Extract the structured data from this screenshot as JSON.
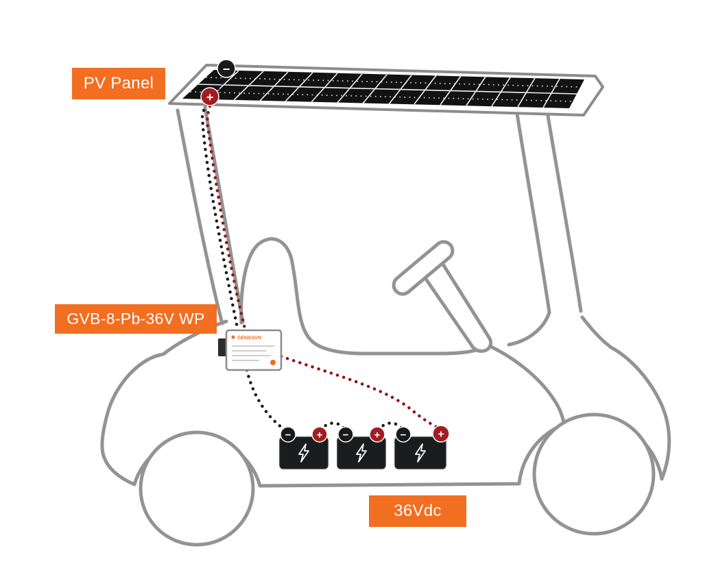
{
  "labels": {
    "pv_panel": "PV Panel",
    "controller_model": "GVB-8-Pb-36V WP",
    "battery_voltage": "36Vdc"
  },
  "symbols": {
    "plus": "+",
    "minus": "−"
  },
  "controller": {
    "brand": "GENASUN"
  },
  "colors": {
    "accent_orange": "#F26E21",
    "wire_negative": "#1A1A1A",
    "wire_positive": "#8E1519",
    "terminal_positive": "#A01D22",
    "terminal_negative": "#1A1A1A",
    "cart_outline": "#939393"
  }
}
